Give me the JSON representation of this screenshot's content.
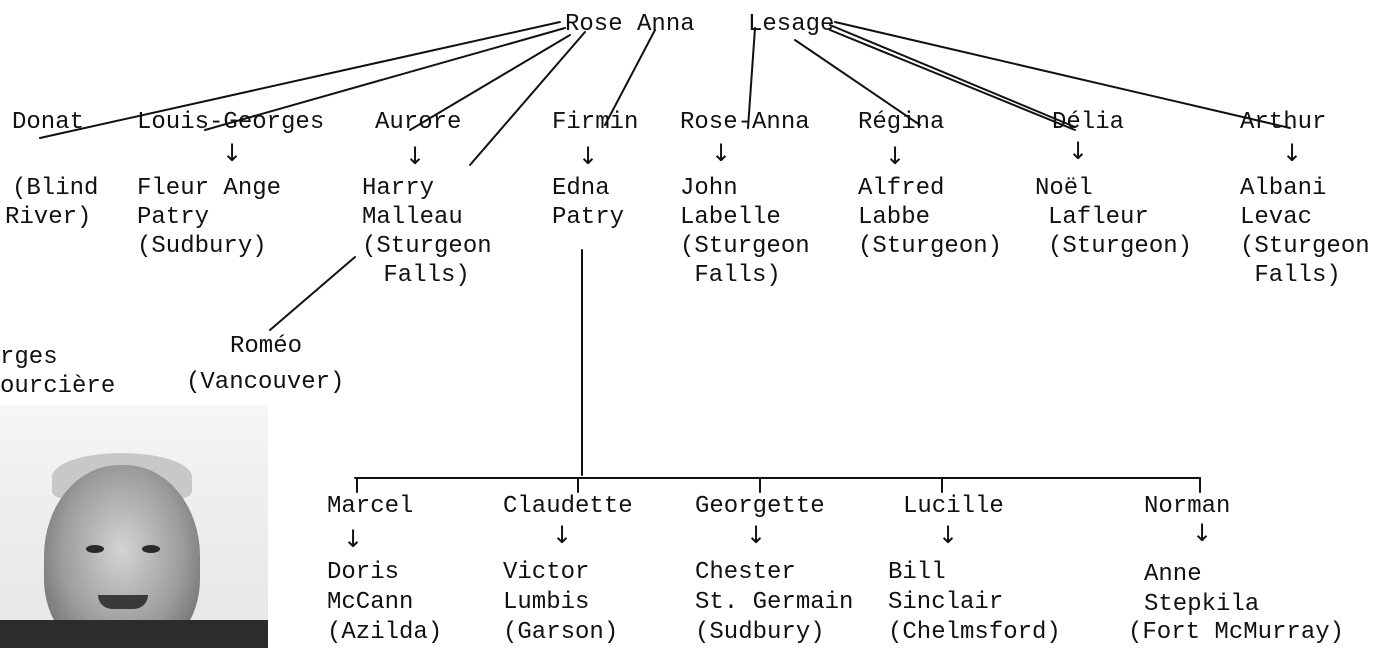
{
  "root": {
    "name": "Rose Anna",
    "surname": "Lesage"
  },
  "children": [
    {
      "name": "Donat",
      "spouse": [],
      "place": [
        "(Blind",
        "River)"
      ]
    },
    {
      "name": "Louis-Georges",
      "spouse": [
        "Fleur Ange",
        "Patry"
      ],
      "place": [
        "(Sudbury)"
      ]
    },
    {
      "name": "Aurore",
      "spouse": [
        "Harry",
        "Malleau"
      ],
      "place": [
        "(Sturgeon",
        " Falls)"
      ]
    },
    {
      "name": "Firmin",
      "spouse": [
        "Edna",
        "Patry"
      ],
      "place": []
    },
    {
      "name": "Rose-Anna",
      "spouse": [
        "John",
        "Labelle"
      ],
      "place": [
        "(Sturgeon",
        " Falls)"
      ]
    },
    {
      "name": "Régina",
      "spouse": [
        "Alfred",
        "Labbe"
      ],
      "place": [
        "(Sturgeon)"
      ]
    },
    {
      "name": "Délia",
      "spouse": [
        "Noël",
        "Lafleur"
      ],
      "place": [
        "(Sturgeon)"
      ]
    },
    {
      "name": "Arthur",
      "spouse": [
        "Albani",
        "Levac"
      ],
      "place": [
        "(Sturgeon",
        " Falls)"
      ]
    }
  ],
  "romeo": {
    "name": "Roméo",
    "place": "(Vancouver)"
  },
  "georges": {
    "line1": "rges",
    "line2": "ourcière"
  },
  "grandchildren": [
    {
      "name": "Marcel",
      "spouse": [
        "Doris",
        "McCann"
      ],
      "place": "(Azilda)"
    },
    {
      "name": "Claudette",
      "spouse": [
        "Victor",
        "Lumbis"
      ],
      "place": "(Garson)"
    },
    {
      "name": "Georgette",
      "spouse": [
        "Chester",
        "St. Germain"
      ],
      "place": "(Sudbury)"
    },
    {
      "name": "Lucille",
      "spouse": [
        "Bill",
        "Sinclair"
      ],
      "place": "(Chelmsford)"
    },
    {
      "name": "Norman",
      "spouse": [
        "Anne",
        "Stepkila"
      ],
      "place": "(Fort McMurray)"
    }
  ],
  "arrow_glyph": "↓",
  "line_color": "#111111"
}
